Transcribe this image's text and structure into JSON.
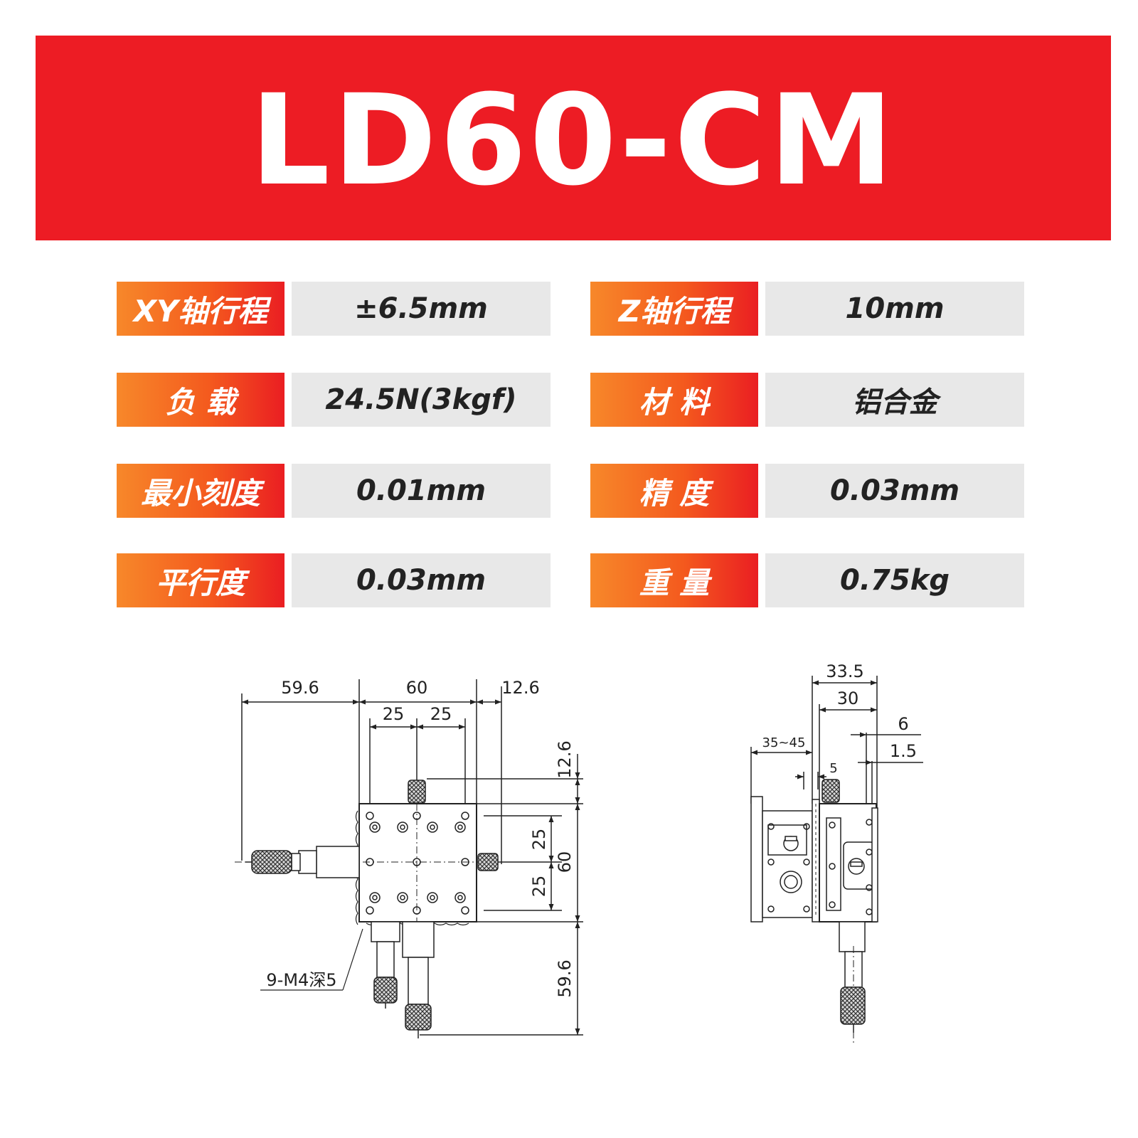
{
  "title": "LD60-CM",
  "specs": [
    {
      "label": "XY轴行程",
      "value": "±6.5mm"
    },
    {
      "label": "Z轴行程",
      "value": "10mm"
    },
    {
      "label": "负  载",
      "value": "24.5N(3kgf)"
    },
    {
      "label": "材  料",
      "value": "铝合金"
    },
    {
      "label": "最小刻度",
      "value": "0.01mm"
    },
    {
      "label": "精  度",
      "value": "0.03mm"
    },
    {
      "label": "平行度",
      "value": "0.03mm"
    },
    {
      "label": "重  量",
      "value": "0.75kg"
    }
  ],
  "top_view": {
    "dims": {
      "left_width": "59.6",
      "top_width": "60",
      "right_offset": "12.6",
      "half_left": "25",
      "half_right": "25",
      "top_height": "12.6",
      "half_upper": "25",
      "half_lower": "25",
      "right_height": "60",
      "bottom_height": "59.6"
    },
    "hole_note": "9-M4深5"
  },
  "side_view": {
    "dims": {
      "overall_width": "33.5",
      "inner_width": "30",
      "offset_6": "6",
      "offset_15": "1.5",
      "range": "35~45",
      "small": "5"
    }
  },
  "colors": {
    "banner": "#ed1c24",
    "label_gradient_start": "#f7882a",
    "label_gradient_end": "#ea1e22",
    "value_bg": "#e8e8e8"
  }
}
